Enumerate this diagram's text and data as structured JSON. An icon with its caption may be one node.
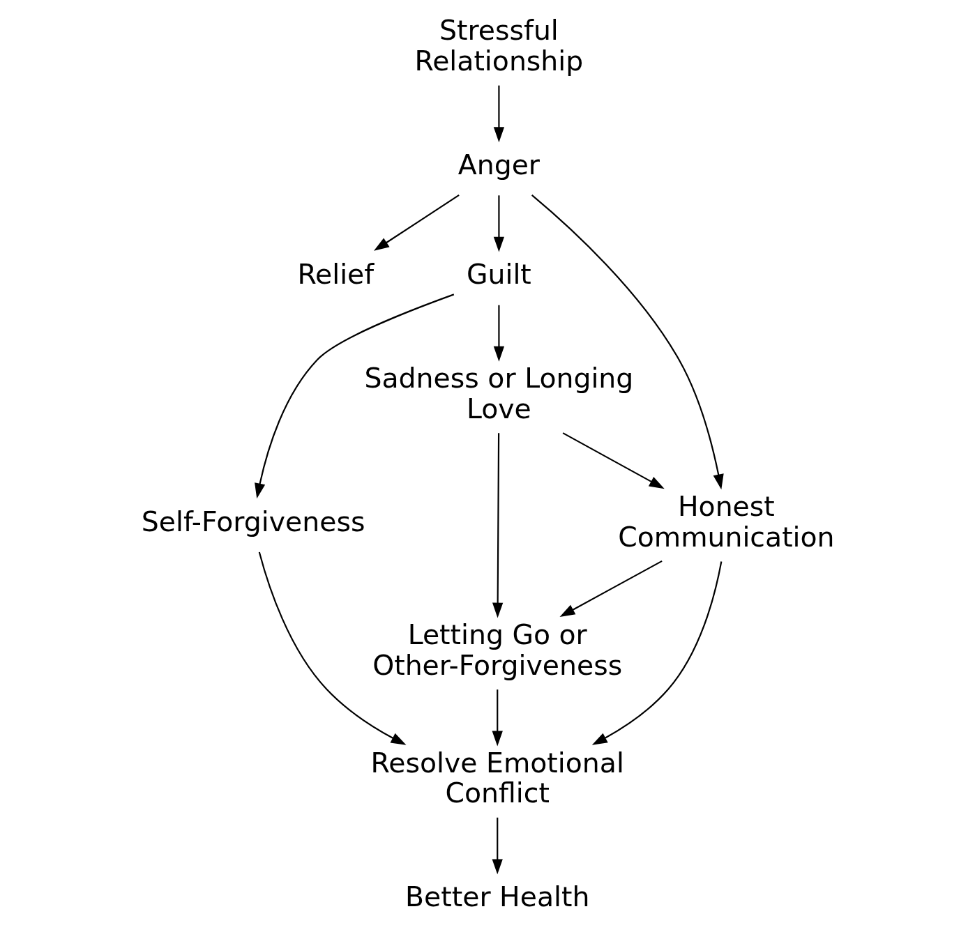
{
  "diagram": {
    "nodes": [
      {
        "text": [
          "Stressful Relationship"
        ]
      },
      {
        "text": [
          "Anger"
        ]
      },
      {
        "text": [
          "Relief"
        ]
      },
      {
        "text": [
          "Guilt"
        ]
      },
      {
        "text": [
          "Self-Forgiveness"
        ]
      },
      {
        "text": [
          "Sadness or Longing Love"
        ]
      },
      {
        "text": [
          "Honest Communication"
        ]
      },
      {
        "text": [
          "Letting Go or Other-Forgiveness"
        ]
      },
      {
        "text": [
          "Resolve Emotional Conflict"
        ]
      },
      {
        "text": [
          "Better Health"
        ]
      }
    ],
    "edges": [
      {
        "from": 0,
        "to": 1,
        "arrow": "to"
      },
      {
        "from": 1,
        "to": 3,
        "arrow": "to"
      },
      {
        "from": 1,
        "to": 2,
        "arrow": "to"
      },
      {
        "from": 1,
        "to": 6,
        "arrow": "to"
      },
      {
        "from": 3,
        "to": 4,
        "arrow": "to"
      },
      {
        "from": 3,
        "to": 5,
        "arrow": "to"
      },
      {
        "from": 5,
        "to": 6,
        "arrow": "to"
      },
      {
        "from": 5,
        "to": 7,
        "arrow": "to"
      },
      {
        "from": 6,
        "to": 7,
        "arrow": "to"
      },
      {
        "from": 4,
        "to": 8,
        "arrow": "to"
      },
      {
        "from": 7,
        "to": 8,
        "arrow": "to"
      },
      {
        "from": 6,
        "to": 8,
        "arrow": "to"
      },
      {
        "from": 8,
        "to": 9,
        "arrow": "to"
      }
    ]
  }
}
